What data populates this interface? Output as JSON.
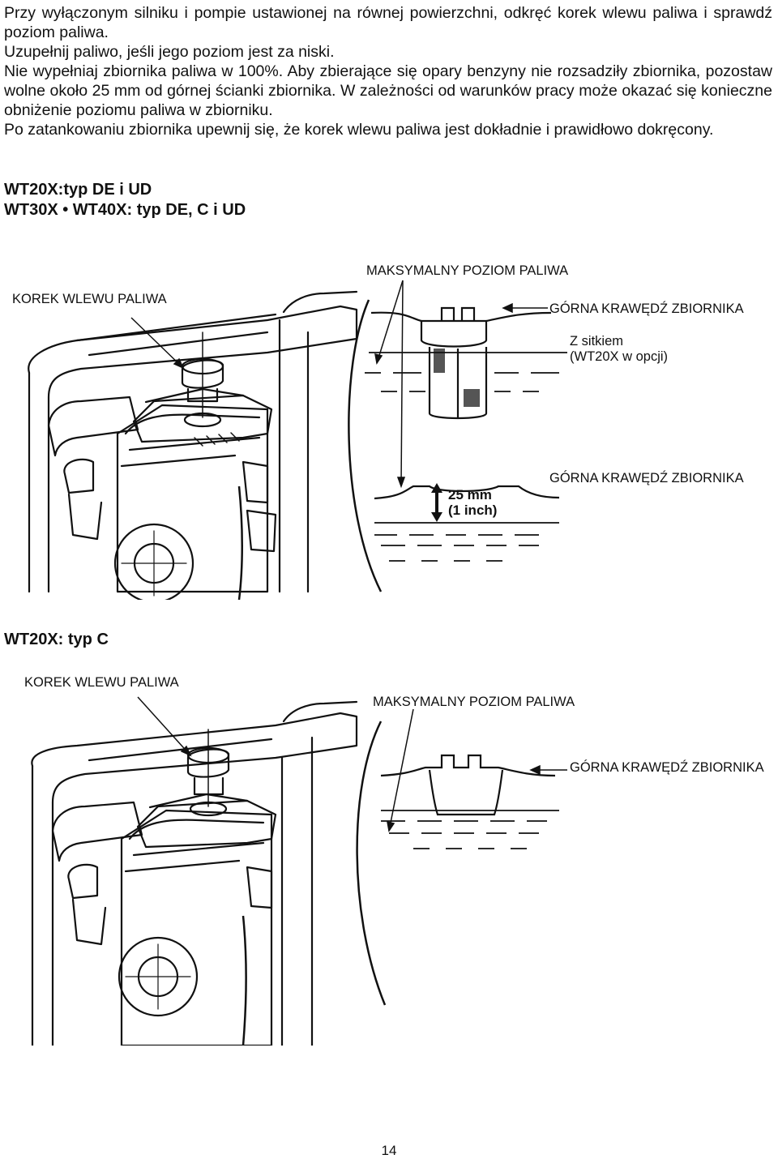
{
  "intro": {
    "paragraphs": [
      "Przy wyłączonym silniku i pompie ustawionej na równej powierzchni, odkręć korek wlewu paliwa i sprawdź poziom paliwa.",
      "Uzupełnij paliwo, jeśli jego poziom jest za niski.",
      "Nie wypełniaj zbiornika paliwa w 100%. Aby zbierające się opary benzyny nie rozsadziły zbiornika, pozostaw wolne około 25 mm od górnej ścianki zbiornika. W zależności od warunków pracy może okazać się konieczne obniżenie poziomu paliwa w zbiorniku.",
      "Po zatankowaniu zbiornika upewnij się, że korek wlewu paliwa jest dokładnie i prawidłowo dokręcony."
    ]
  },
  "figure1": {
    "heading_line1": "WT20X:typ DE i UD",
    "heading_line2": "WT30X • WT40X: typ DE, C i UD",
    "label_fuel_cap": "KOREK WLEWU PALIWA",
    "label_max_level": "MAKSYMALNY POZIOM PALIWA",
    "label_tank_top_1": "GÓRNA KRAWĘDŹ ZBIORNIKA",
    "label_strainer_line1": "Z sitkiem",
    "label_strainer_line2": "(WT20X w opcji)",
    "label_tank_top_2": "GÓRNA KRAWĘDŹ ZBIORNIKA",
    "dim_mm": "25 mm",
    "dim_inch": "(1 inch)"
  },
  "figure2": {
    "heading": "WT20X: typ C",
    "label_fuel_cap": "KOREK WLEWU PALIWA",
    "label_max_level": "MAKSYMALNY POZIOM PALIWA",
    "label_tank_top": "GÓRNA KRAWĘDŹ ZBIORNIKA"
  },
  "page_number": "14"
}
